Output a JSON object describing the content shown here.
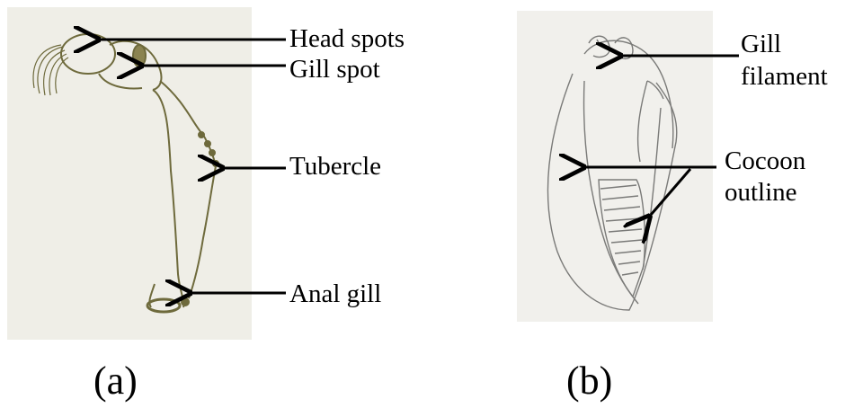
{
  "panel_a": {
    "labels": {
      "head_spots": "Head spots",
      "gill_spot": "Gill spot",
      "tubercle": "Tubercle",
      "anal_gill": "Anal gill"
    },
    "caption": "(a)"
  },
  "panel_b": {
    "labels": {
      "gill_filament_line1": "Gill",
      "gill_filament_line2": "filament",
      "cocoon_outline_line1": "Cocoon",
      "cocoon_outline_line2": "outline"
    },
    "caption": "(b)"
  },
  "colors": {
    "paper_a": "#efeee7",
    "paper_b": "#f1f0ec",
    "ink": "#6e6a3c",
    "arrow": "#000000"
  }
}
